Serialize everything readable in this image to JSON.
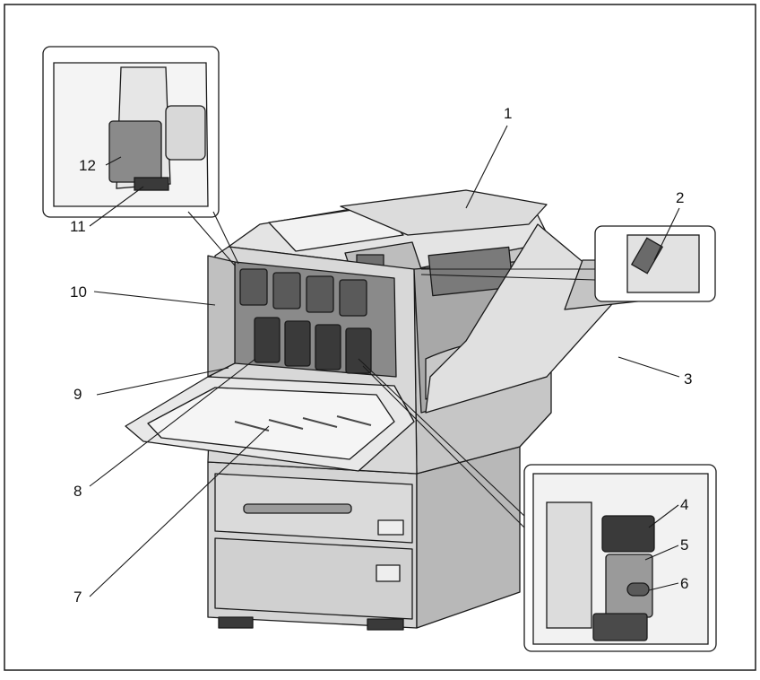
{
  "colors": {
    "ink": "#1a1a1a",
    "body": "#d4d4d4",
    "shade": "#9a9a9a",
    "dark": "#3a3a3a",
    "light": "#ececec",
    "background": "#ffffff"
  },
  "callouts": {
    "c1": "1",
    "c2": "2",
    "c3": "3",
    "c4": "4",
    "c5": "5",
    "c6": "6",
    "c7": "7",
    "c8": "8",
    "c9": "9",
    "c10": "10",
    "c11": "11",
    "c12": "12"
  }
}
